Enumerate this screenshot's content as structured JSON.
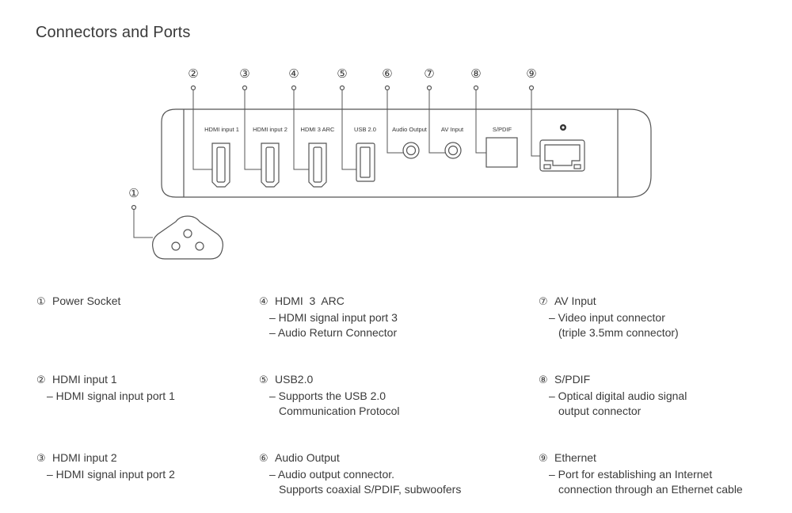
{
  "title": "Connectors and Ports",
  "callouts": [
    "①",
    "②",
    "③",
    "④",
    "⑤",
    "⑥",
    "⑦",
    "⑧",
    "⑨"
  ],
  "panel_labels": {
    "hdmi1": "HDMI input 1",
    "hdmi2": "HDMI input 2",
    "hdmi3": "HDMI 3 ARC",
    "usb": "USB 2.0",
    "audio_out": "Audio Output",
    "av_in": "AV Input",
    "spdif": "S/PDIF"
  },
  "colors": {
    "line": "#555555",
    "text": "#3a3a3a"
  },
  "legend": [
    {
      "num": "①",
      "name": "Power Socket",
      "details": []
    },
    {
      "num": "②",
      "name": "HDMI input 1",
      "details": [
        "– HDMI signal input port 1"
      ]
    },
    {
      "num": "③",
      "name": "HDMI input 2",
      "details": [
        "– HDMI signal input port 2"
      ]
    },
    {
      "num": "④",
      "name": "HDMI  3  ARC",
      "details": [
        "– HDMI signal input port 3",
        "– Audio Return Connector"
      ]
    },
    {
      "num": "⑤",
      "name": "USB2.0",
      "details": [
        "– Supports the USB 2.0",
        "Communication Protocol"
      ]
    },
    {
      "num": "⑥",
      "name": "Audio Output",
      "details": [
        "– Audio output connector.",
        "Supports coaxial S/PDIF, subwoofers"
      ]
    },
    {
      "num": "⑦",
      "name": "AV Input",
      "details": [
        "– Video input connector",
        "(triple 3.5mm connector)"
      ]
    },
    {
      "num": "⑧",
      "name": "S/PDIF",
      "details": [
        "– Optical digital audio signal",
        "output connector"
      ]
    },
    {
      "num": "⑨",
      "name": "Ethernet",
      "details": [
        "– Port for establishing an Internet",
        "connection through an Ethernet cable"
      ]
    }
  ]
}
